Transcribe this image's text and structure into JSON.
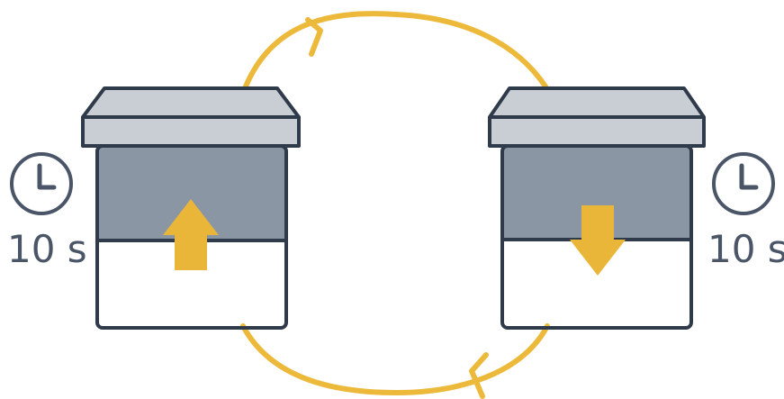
{
  "left_timer": {
    "label": "10 s",
    "icon": "clock-icon"
  },
  "right_timer": {
    "label": "10 s",
    "icon": "clock-icon"
  },
  "left_container": {
    "arrow": "arrow-up-icon"
  },
  "right_container": {
    "arrow": "arrow-down-icon"
  },
  "cycle": {
    "icon": "cycle-arrows"
  },
  "colors": {
    "outline": "#2f3a4a",
    "lid": "#c9ced4",
    "upper_fill": "#8a96a3",
    "arrow": "#eab63a",
    "cycle": "#ecb93b",
    "clock": "#4a5568",
    "text": "#4a5568"
  }
}
